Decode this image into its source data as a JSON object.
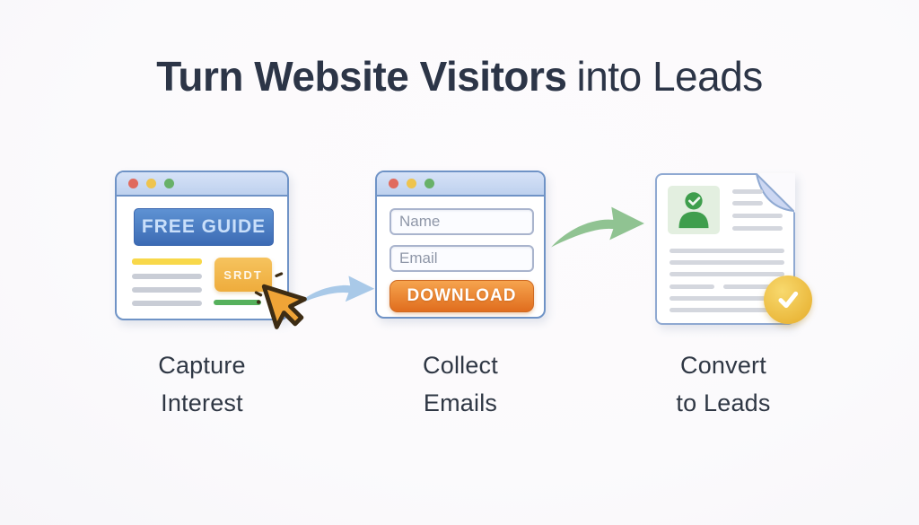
{
  "title": {
    "bold": "Turn Website Visitors",
    "regular": "into Leads"
  },
  "steps": [
    {
      "label": {
        "line1": "Capture",
        "line2": "Interest"
      },
      "window": {
        "traffic_lights": [
          "red",
          "yellow",
          "green"
        ],
        "banner_text": "FREE GUIDE",
        "cta_text": "SRDT"
      }
    },
    {
      "label": {
        "line1": "Collect",
        "line2": "Emails"
      },
      "form": {
        "name_placeholder": "Name",
        "email_placeholder": "Email",
        "submit_text": "DOWNLOAD"
      }
    },
    {
      "label": {
        "line1": "Convert",
        "line2": "to Leads"
      }
    }
  ],
  "icons": {
    "arrow1": "curved-arrow-right-blue",
    "arrow2": "curved-arrow-right-green",
    "cursor": "cursor-pointer",
    "avatar": "person-with-check",
    "badge": "check-circle"
  },
  "colors": {
    "background": "#fbfafd",
    "title_text": "#2c3547",
    "caption_text": "#2f3744",
    "window_border": "#6f93c6",
    "window_header": "#c8daf3",
    "dot_red": "#e06a5e",
    "dot_yellow": "#eec44e",
    "dot_green": "#68b169",
    "banner_blue_top": "#5e92d3",
    "banner_blue_bottom": "#3c6bb4",
    "banner_text": "#c9dffa",
    "line_yellow": "#f8d84a",
    "line_gray": "#c9cdd6",
    "line_green": "#56b15c",
    "cta_amber": "#eead3c",
    "cursor_orange": "#f0a437",
    "arrow_blue": "#a9c9e8",
    "arrow_green": "#90c392",
    "input_border": "#a9b4cd",
    "input_text": "#8f97a8",
    "download_orange_top": "#f6a44e",
    "download_orange_bottom": "#e06d1e",
    "doc_border": "#8fa9d2",
    "fold_fill": "#ccd7f2",
    "avatar_bg": "#e3efe0",
    "avatar_green": "#3f9e4d",
    "badge_yellow": "#eab73a"
  }
}
